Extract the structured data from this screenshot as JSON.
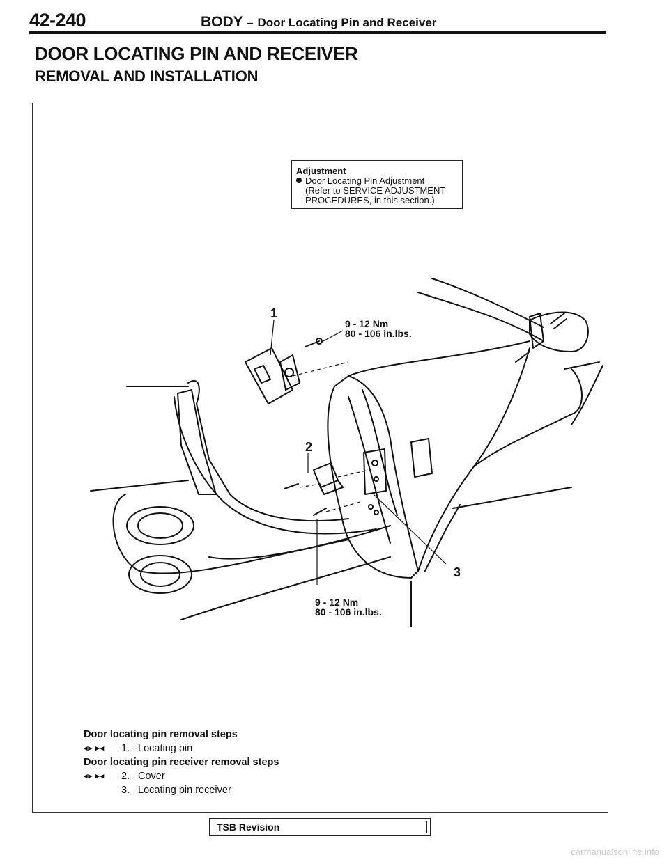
{
  "header": {
    "page_number": "42-240",
    "section": "BODY",
    "separator": "–",
    "subtitle": "Door Locating Pin and Receiver"
  },
  "title": "DOOR LOCATING PIN AND RECEIVER",
  "subtitle": "REMOVAL AND INSTALLATION",
  "adjustment": {
    "heading": "Adjustment",
    "line1": "Door Locating Pin Adjustment",
    "line2": "(Refer to SERVICE ADJUSTMENT",
    "line3": "PROCEDURES, in this section.)"
  },
  "diagram": {
    "callout_1": "1",
    "callout_2": "2",
    "callout_3": "3",
    "torque_top_nm": "9 - 12 Nm",
    "torque_top_inlbs": "80 - 106 in.lbs.",
    "torque_bottom_nm": "9 - 12 Nm",
    "torque_bottom_inlbs": "80 - 106 in.lbs."
  },
  "steps": {
    "pin_heading": "Door locating pin removal steps",
    "pin_items": [
      {
        "symbols": "◂▸ ▸◂",
        "num": "1.",
        "label": "Locating pin"
      }
    ],
    "receiver_heading": "Door locating pin receiver removal steps",
    "receiver_items": [
      {
        "symbols": "◂▸ ▸◂",
        "num": "2.",
        "label": "Cover"
      },
      {
        "symbols": "",
        "num": "3.",
        "label": "Locating pin receiver"
      }
    ]
  },
  "footer": {
    "tsb": "TSB Revision"
  },
  "watermark": "carmanualsonline.info"
}
